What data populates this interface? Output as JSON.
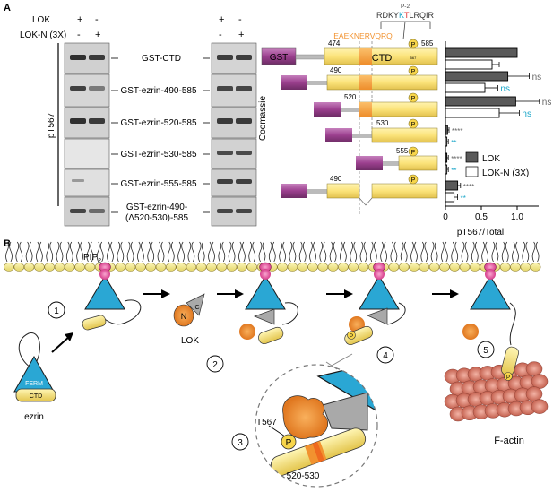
{
  "panel_a": {
    "label": "A",
    "treatments": [
      "LOK",
      "LOK-N (3X)"
    ],
    "lok_signs": [
      "+",
      "-"
    ],
    "lokn_signs": [
      "-",
      "+"
    ],
    "ylabel": "pT567",
    "coomassie": "Coomassie",
    "constructs": [
      "GST-CTD",
      "GST-ezrin-490-585",
      "GST-ezrin-520-585",
      "GST-ezrin-530-585",
      "GST-ezrin-555-585",
      "GST-ezrin-490-",
      "(Δ520-530)-585"
    ],
    "diagram": {
      "gst": "GST",
      "ctd": "CTD",
      "sequence": "EAEKNERVQRQ",
      "p2": "P-2",
      "motif_parts": [
        "RDKY",
        "K",
        "T",
        "LRQIR"
      ],
      "phospho": "P",
      "res567": "567",
      "starts": [
        "474",
        "490",
        "520",
        "530",
        "555",
        "490"
      ],
      "end": "585"
    },
    "chart": {
      "xlabel": "pT567/Total",
      "xticks": [
        "0",
        "0.5",
        "1.0"
      ],
      "legend": [
        "LOK",
        "LOK-N (3X)"
      ],
      "sig_lok": [
        "ns",
        "ns",
        "****",
        "****",
        "****"
      ],
      "sig_lokn": [
        "ns",
        "ns",
        "**",
        "**",
        "**"
      ]
    }
  },
  "chart_data": {
    "type": "bar",
    "orientation": "horizontal",
    "categories": [
      "GST-CTD",
      "GST-ezrin-490-585",
      "GST-ezrin-520-585",
      "GST-ezrin-530-585",
      "GST-ezrin-555-585",
      "GST-ezrin-490-(Δ520-530)-585"
    ],
    "series": [
      {
        "name": "LOK",
        "values": [
          1.0,
          0.87,
          0.98,
          0.03,
          0.02,
          0.17
        ],
        "errors": [
          0.0,
          0.3,
          0.33,
          0.02,
          0.02,
          0.04
        ]
      },
      {
        "name": "LOK-N (3X)",
        "values": [
          0.65,
          0.55,
          0.75,
          0.02,
          0.02,
          0.12
        ],
        "errors": [
          0.1,
          0.18,
          0.28,
          0.02,
          0.02,
          0.05
        ]
      }
    ],
    "xlabel": "pT567/Total",
    "xlim": [
      0,
      1.3
    ],
    "xticks": [
      0,
      0.5,
      1.0
    ],
    "significance": {
      "LOK": [
        "",
        "ns",
        "ns",
        "****",
        "****",
        "****"
      ],
      "LOK-N (3X)": [
        "",
        "ns",
        "ns",
        "**",
        "**",
        "**"
      ]
    },
    "colors": {
      "LOK": "#5a5a5a",
      "LOK-N (3X)": "#ffffff",
      "ns_lok": "#666666",
      "sig_lokn": "#1aa6c9"
    }
  },
  "panel_b": {
    "label": "B",
    "pip2": "PIP",
    "pip2_sub": "2",
    "steps": [
      "1",
      "2",
      "3",
      "4",
      "5"
    ],
    "lok": "LOK",
    "n_label": "N",
    "c_label": "C",
    "ferm": "FERM",
    "ctd": "CTD",
    "ezrin": "ezrin",
    "t567": "T567",
    "phospho": "P",
    "region": "520-530",
    "factin": "F-actin"
  },
  "colors": {
    "gst": "#9b3f8e",
    "ctd": "#fbe37a",
    "orange": "#f2922f",
    "membrane": "#f3e88e",
    "pip2": "#e7559f",
    "ferm": "#2aa7d4",
    "lok_kinase": "#ef8a2e",
    "actin": "#d9786a",
    "blue_sig": "#1aa6c9"
  }
}
